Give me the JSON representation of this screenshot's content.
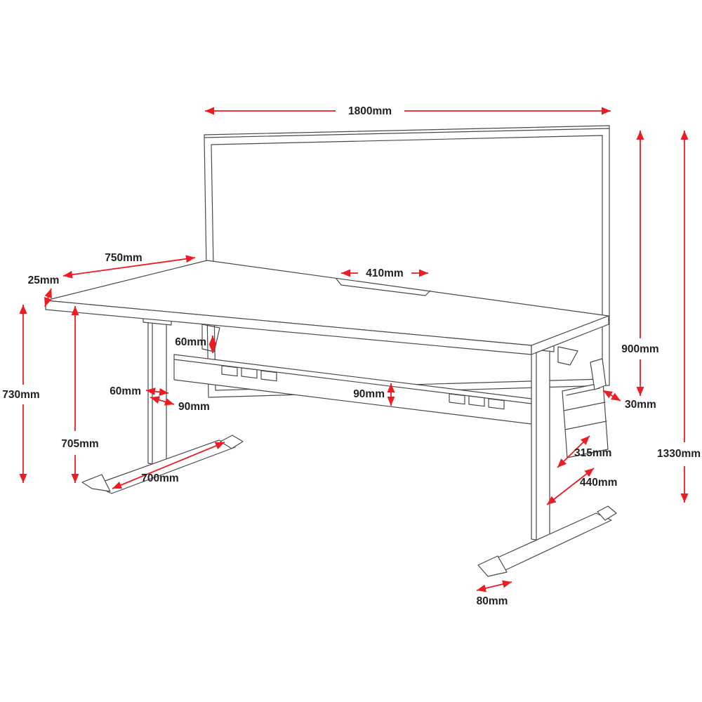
{
  "title": "Desk with privacy screen dimension diagram",
  "colors": {
    "dimension_red": "#ec1b24",
    "drawing_line": "#4a4a4a",
    "label_text": "#231f20",
    "background": "#ffffff"
  },
  "dimensions": {
    "desk_width": "1800mm",
    "desk_depth": "750mm",
    "top_thickness": "25mm",
    "cable_cutout_width": "410mm",
    "bracket_height": "60mm",
    "leg_column_width": "60mm",
    "leg_column_depth": "90mm",
    "beam_height": "90mm",
    "floor_to_top_height": "730mm",
    "underside_height": "705mm",
    "foot_length": "700mm",
    "screen_height": "900mm",
    "screen_thickness": "30mm",
    "rail_width": "315mm",
    "rail_length": "440mm",
    "overall_height": "1330mm",
    "foot_cap_width": "80mm"
  }
}
